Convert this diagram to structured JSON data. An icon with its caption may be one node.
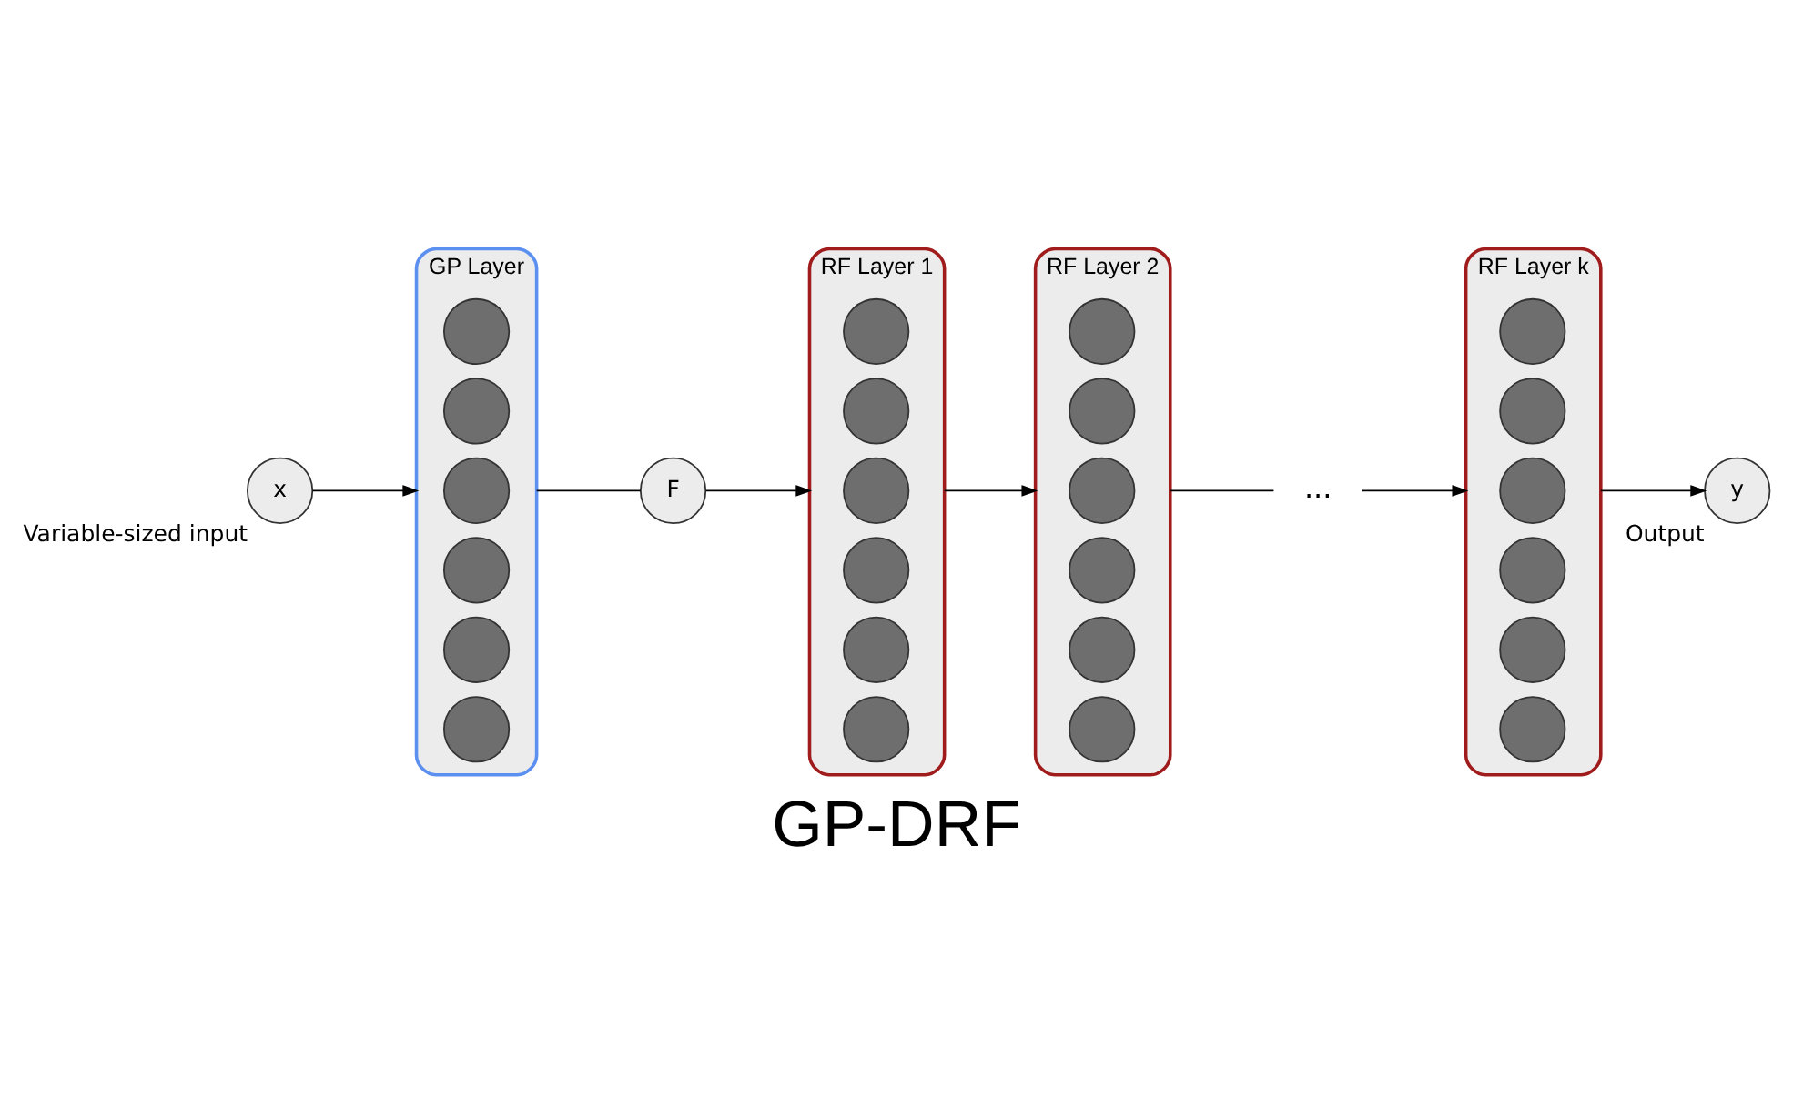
{
  "diagram": {
    "caption": "GP-DRF",
    "nodes": [
      {
        "text": [
          "x"
        ],
        "beside": [
          "Variable-sized input"
        ]
      },
      {
        "text": [
          "GP Layer"
        ]
      },
      {
        "text": [],
        "shape": "circle",
        "in": 1
      },
      {
        "text": [],
        "shape": "circle",
        "in": 1
      },
      {
        "text": [],
        "shape": "circle",
        "in": 1
      },
      {
        "text": [],
        "shape": "circle",
        "in": 1
      },
      {
        "text": [],
        "shape": "circle",
        "in": 1
      },
      {
        "text": [],
        "shape": "circle",
        "in": 1
      },
      {
        "text": [
          "F"
        ]
      },
      {
        "text": [
          "RF Layer 1"
        ]
      },
      {
        "text": [],
        "shape": "circle",
        "in": 9
      },
      {
        "text": [],
        "shape": "circle",
        "in": 9
      },
      {
        "text": [],
        "shape": "circle",
        "in": 9
      },
      {
        "text": [],
        "shape": "circle",
        "in": 9
      },
      {
        "text": [],
        "shape": "circle",
        "in": 9
      },
      {
        "text": [],
        "shape": "circle",
        "in": 9
      },
      {
        "text": [
          "RF Layer 2"
        ]
      },
      {
        "text": [],
        "shape": "circle",
        "in": 16
      },
      {
        "text": [],
        "shape": "circle",
        "in": 16
      },
      {
        "text": [],
        "shape": "circle",
        "in": 16
      },
      {
        "text": [],
        "shape": "circle",
        "in": 16
      },
      {
        "text": [],
        "shape": "circle",
        "in": 16
      },
      {
        "text": [],
        "shape": "circle",
        "in": 16
      },
      {
        "text": [
          "..."
        ]
      },
      {
        "text": [
          "RF Layer k"
        ]
      },
      {
        "text": [],
        "shape": "circle",
        "in": 24
      },
      {
        "text": [],
        "shape": "circle",
        "in": 24
      },
      {
        "text": [],
        "shape": "circle",
        "in": 24
      },
      {
        "text": [],
        "shape": "circle",
        "in": 24
      },
      {
        "text": [],
        "shape": "circle",
        "in": 24
      },
      {
        "text": [],
        "shape": "circle",
        "in": 24
      },
      {
        "text": [
          "y"
        ],
        "beside": [
          "Output"
        ]
      }
    ],
    "edges": [
      {
        "from": 0,
        "to": 1,
        "arrow": "to"
      },
      {
        "from": 1,
        "to": 8,
        "arrow": "none"
      },
      {
        "from": 8,
        "to": 9,
        "arrow": "to"
      },
      {
        "from": 9,
        "to": 16,
        "arrow": "to"
      },
      {
        "from": 16,
        "to": 23,
        "arrow": "none"
      },
      {
        "from": 23,
        "to": 24,
        "arrow": "to"
      },
      {
        "from": 24,
        "to": 31,
        "arrow": "to"
      }
    ]
  }
}
